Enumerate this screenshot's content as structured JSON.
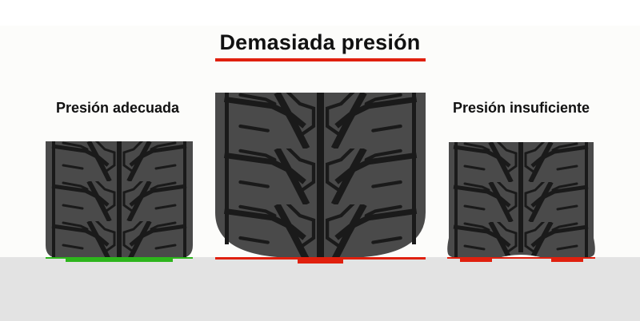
{
  "title": "Demasiada presión",
  "colors": {
    "background": "#fcfcfa",
    "ground": "#e3e3e3",
    "tire_body": "#4a4a4a",
    "tire_groove": "#1a1a1a",
    "correct": "#2db51c",
    "incorrect": "#e0200e"
  },
  "panels": [
    {
      "id": "adequate",
      "label": "Presión adecuada",
      "contact_color": "correct"
    },
    {
      "id": "over",
      "label": "Demasiada presión",
      "contact_color": "incorrect"
    },
    {
      "id": "under",
      "label": "Presión insuficiente",
      "contact_color": "incorrect"
    }
  ],
  "labels": {
    "left": "Presión adecuada",
    "right": "Presión insuficiente"
  }
}
